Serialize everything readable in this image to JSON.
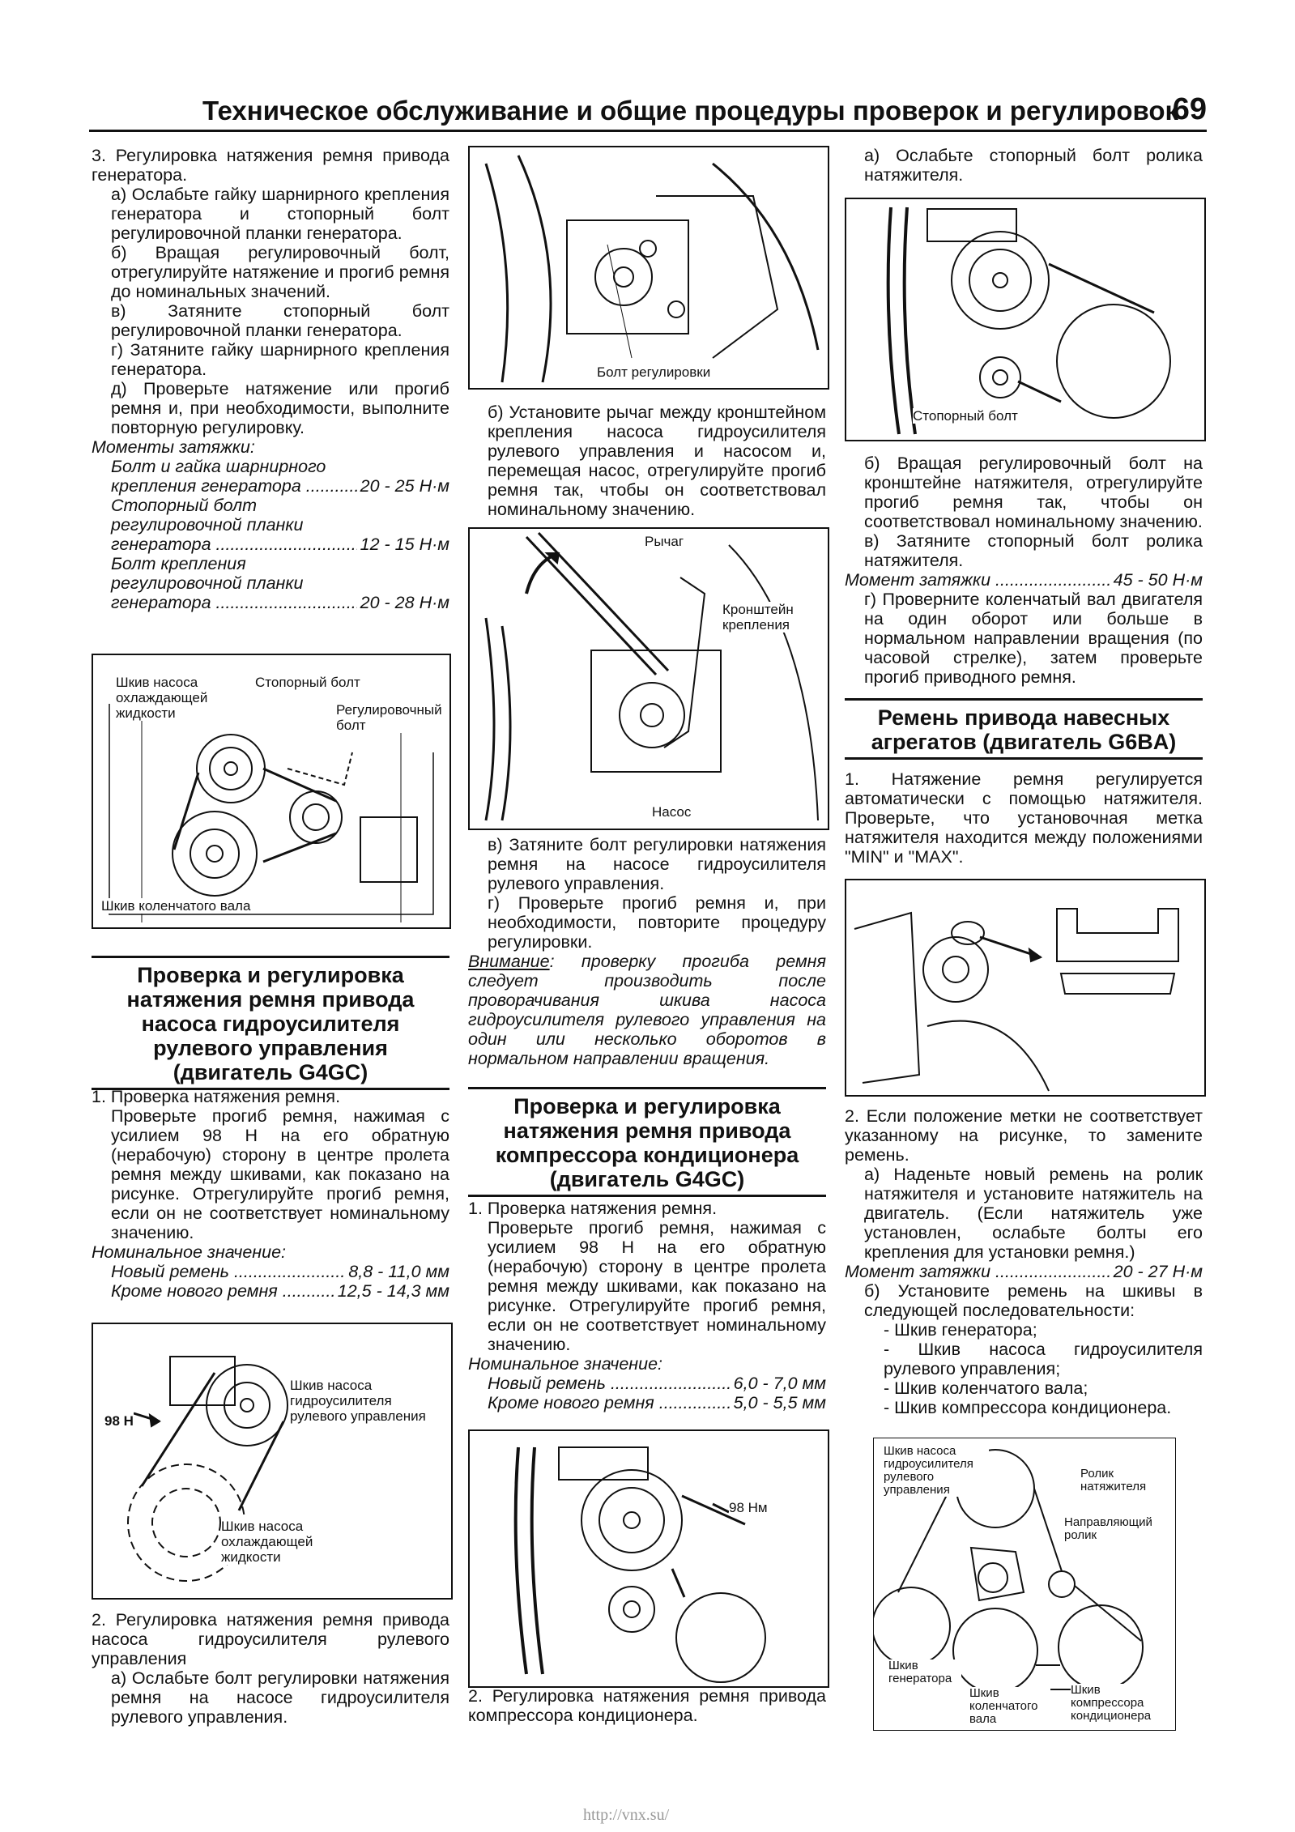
{
  "header": {
    "title": "Техническое обслуживание и общие процедуры проверок и регулировок",
    "page_number": "69"
  },
  "col1": {
    "p1": "3. Регулировка натяжения ремня привода генератора.",
    "p1a": "а) Ослабьте гайку шарнирного крепления генератора и стопорный болт регулировочной планки генератора.",
    "p1b": "б) Вращая регулировочный болт, отрегулируйте натяжение и прогиб ремня до номинальных значений.",
    "p1c": "в) Затяните стопорный болт регулировочной планки генератора.",
    "p1d": "г) Затяните гайку шарнирного крепления генератора.",
    "p1e": "д) Проверьте натяжение или прогиб ремня и, при необходимости, выполните повторную регулировку.",
    "torque_title": "Моменты затяжки:",
    "t1_name": "Болт и гайка шарнирного",
    "t1_name2": "крепления генератора",
    "t1_val": "20 - 25 Н·м",
    "t2_name": "Стопорный болт",
    "t2_name2": "регулировочной планки",
    "t2_name3": "генератора",
    "t2_val": "12 - 15 Н·м",
    "t3_name": "Болт крепления",
    "t3_name2": "регулировочной планки",
    "t3_name3": "генератора",
    "t3_val": "20 - 28 Н·м",
    "fig1_labels": {
      "a": "Шкив насоса охлаждающей жидкости",
      "b": "Стопорный болт",
      "c": "Регулировочный болт",
      "d": "Шкив коленчатого вала"
    },
    "section_title": "Проверка и регулировка натяжения ремня привода насоса гидроусилителя рулевого управления (двигатель G4GC)",
    "s1": "1. Проверка натяжения ремня.",
    "s1b": "Проверьте прогиб ремня, нажимая с усилием 98 Н на его обратную (нерабочую) сторону в центре пролета ремня между шкивами, как показано на рисунке. Отрегулируйте прогиб ремня, если он не соответствует номинальному значению.",
    "nominal": "Номинальное значение:",
    "n1_name": "Новый ремень",
    "n1_val": "8,8 - 11,0 мм",
    "n2_name": "Кроме нового ремня",
    "n2_val": "12,5 - 14,3 мм",
    "fig2_labels": {
      "force": "98 Н",
      "a": "Шкив насоса гидроусилителя рулевого управления",
      "b": "Шкив насоса охлаждающей жидкости"
    },
    "s2": "2. Регулировка натяжения ремня привода насоса гидроусилителя рулевого управления",
    "s2a": "а) Ослабьте болт регулировки натяжения ремня на насосе гидроусилителя рулевого управления."
  },
  "col2": {
    "fig3_label": "Болт регулировки",
    "p_b": "б) Установите рычаг между кронштейном крепления насоса гидроусилителя рулевого управления и насосом и, перемещая насос, отрегулируйте прогиб ремня так, чтобы он соответствовал номинальному значению.",
    "fig4_labels": {
      "a": "Рычаг",
      "b": "Кронштейн крепления",
      "c": "Насос"
    },
    "p_v": "в) Затяните болт регулировки натяжения ремня на насосе гидроусилителя рулевого управления.",
    "p_g": "г) Проверьте прогиб ремня и, при необходимости, повторите процедуру регулировки.",
    "attention_word": "Внимание",
    "attention_text": ": проверку прогиба ремня следует производить после проворачивания шкива насоса гидроусилителя рулевого управления на один или несколько оборотов в нормальном направлении вращения.",
    "section_title": "Проверка и регулировка натяжения ремня привода компрессора кондиционера (двигатель G4GC)",
    "s1": "1. Проверка натяжения ремня.",
    "s1b": "Проверьте прогиб ремня, нажимая с усилием 98 Н на его обратную (нерабочую) сторону в центре пролета ремня между шкивами, как показано на рисунке. Отрегулируйте прогиб ремня, если он не соответствует номинальному значению.",
    "nominal": "Номинальное значение:",
    "n1_name": "Новый ремень",
    "n1_val": "6,0 - 7,0 мм",
    "n2_name": "Кроме нового ремня",
    "n2_val": "5,0 - 5,5 мм",
    "fig5_label": "98 Нм",
    "s2": "2. Регулировка натяжения ремня привода компрессора кондиционера."
  },
  "col3": {
    "p_a": "а) Ослабьте стопорный болт ролика натяжителя.",
    "fig6_label": "Стопорный болт",
    "p_b": "б) Вращая регулировочный болт на кронштейне натяжителя, отрегулируйте прогиб ремня так, чтобы он соответствовал номинальному значению.",
    "p_v": "в) Затяните стопорный болт ролика натяжителя.",
    "torque_name": "Момент затяжки",
    "torque_val": "45 - 50 Н·м",
    "p_g": "г) Проверните коленчатый вал двигателя на один оборот или больше в нормальном направлении вращения (по часовой стрелке), затем проверьте прогиб приводного ремня.",
    "section_title": "Ремень привода навесных агрегатов (двигатель G6BA)",
    "s1": "1. Натяжение ремня регулируется автоматически с помощью натяжителя. Проверьте, что установочная метка натяжителя находится между положениями \"MIN\" и \"MAX\".",
    "s2": "2. Если положение метки не соответствует указанному на рисунке, то замените ремень.",
    "s2a": "а) Наденьте новый ремень на ролик натяжителя и установите натяжитель на двигатель. (Если натяжитель уже установлен, ослабьте болты его крепления для установки ремня.)",
    "torque2_val": "20 - 27 Н·м",
    "s2b": "б) Установите ремень на шкивы в следующей последовательности:",
    "list": [
      "- Шкив генератора;",
      "- Шкив насоса гидроусилителя рулевого управления;",
      "- Шкив коленчатого вала;",
      "- Шкив компрессора кондиционера."
    ],
    "fig8_labels": {
      "a": "Шкив насоса гидроусилителя рулевого управления",
      "b": "Ролик натяжителя",
      "c": "Направляющий ролик",
      "d": "Шкив генератора",
      "e": "Шкив коленчатого вала",
      "f": "Шкив компрессора кондиционера"
    }
  },
  "footer": "http://vnx.su/"
}
